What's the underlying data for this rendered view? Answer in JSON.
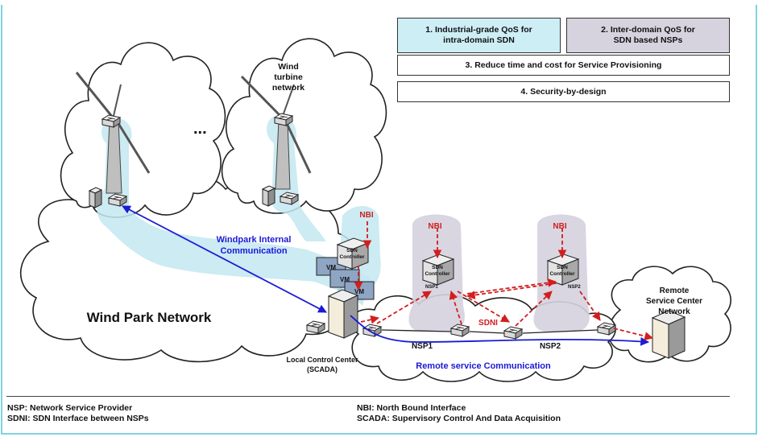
{
  "goals": [
    {
      "line1": "1. Industrial-grade QoS for",
      "line2": "intra-domain SDN",
      "fill": "#cdeef5"
    },
    {
      "line1": "2. Inter-domain QoS for",
      "line2": "SDN based NSPs",
      "fill": "#d6d3de"
    },
    {
      "line1": "3. Reduce time and cost for Service Provisioning"
    },
    {
      "line1": "4. Security-by-design"
    }
  ],
  "labels": {
    "ellipsis": "...",
    "wind_turbine_network": [
      "Wind",
      "turbine",
      "network"
    ],
    "windpark_internal": [
      "Windpark Internal",
      "Communication"
    ],
    "wind_park_network": "Wind Park Network",
    "local_control_center": [
      "Local Control Center",
      "(SCADA)"
    ],
    "remote_service_center": [
      "Remote",
      "Service Center",
      "Network"
    ],
    "remote_service_comm": "Remote service Communication",
    "nbi": "NBI",
    "sdni": "SDNI",
    "nsp1": "NSP1",
    "nsp2": "NSP2",
    "sdn_controller": [
      "SDN",
      "Controller"
    ],
    "nsp1_tag": "NSP1",
    "nsp2_tag": "NSP2",
    "vm": "VM"
  },
  "legend": {
    "nsp": "NSP: Network Service Provider",
    "sdni": "SDNI: SDN Interface between NSPs",
    "nbi": "NBI: North Bound Interface",
    "scada": "SCADA: Supervisory Control And Data Acquisition"
  },
  "colors": {
    "cyan_region": "#c3e7f1",
    "nsp_region": "#d5d2df",
    "blue_link": "#1a1ad6",
    "red_link": "#d21e1e",
    "frame": "#59c3d8"
  }
}
